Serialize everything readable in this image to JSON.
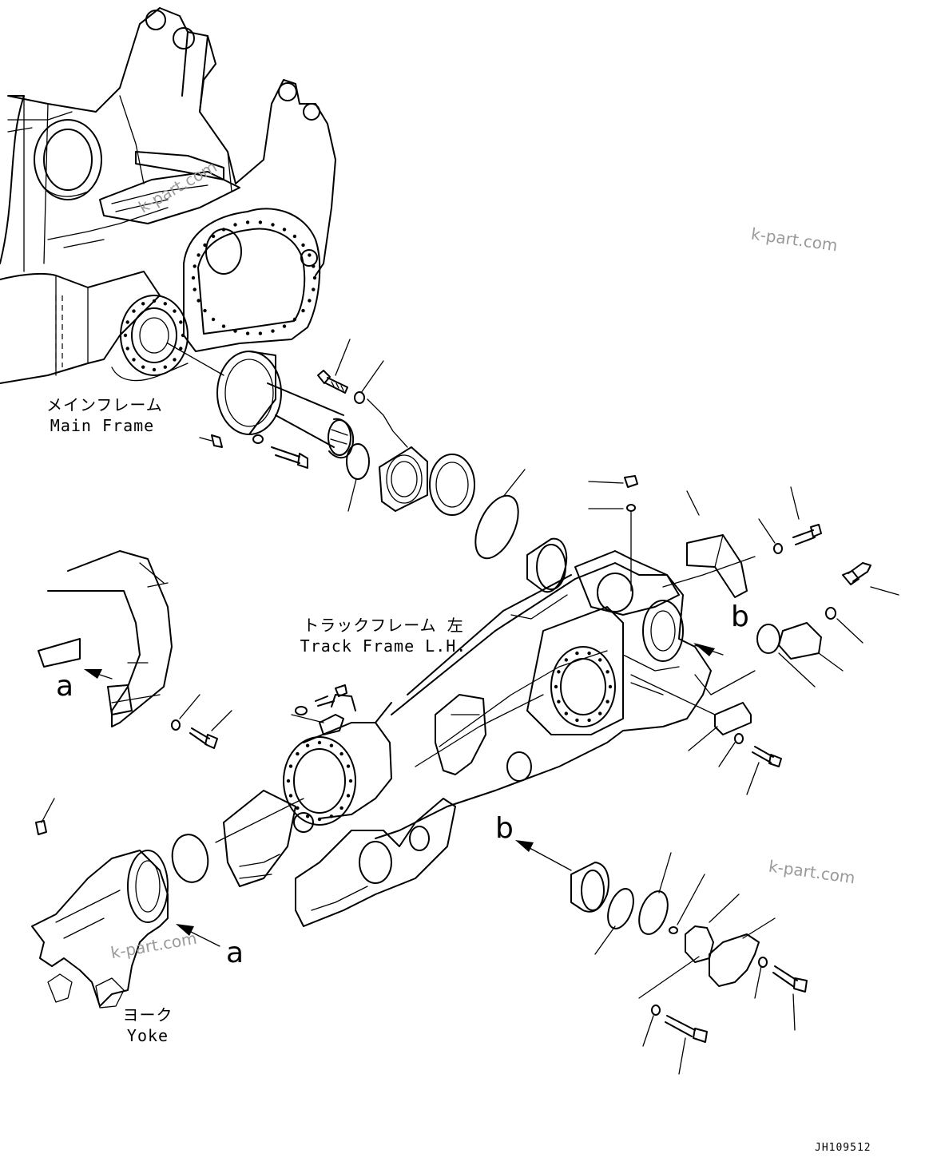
{
  "labels": {
    "main_frame_jp": "メインフレーム",
    "main_frame_en": "Main Frame",
    "track_frame_jp": "トラックフレーム 左",
    "track_frame_en": "Track Frame L.H.",
    "yoke_jp": "ヨーク",
    "yoke_en": "Yoke"
  },
  "view_markers": {
    "a_upper": "a",
    "a_lower": "a",
    "b_upper": "b",
    "b_lower": "b"
  },
  "watermarks": {
    "top_right": "k-part.com",
    "top_left": "k-part.com",
    "mid_right": "k-part.com",
    "bottom_left": "k-part.com"
  },
  "drawing_code": "JH109512"
}
